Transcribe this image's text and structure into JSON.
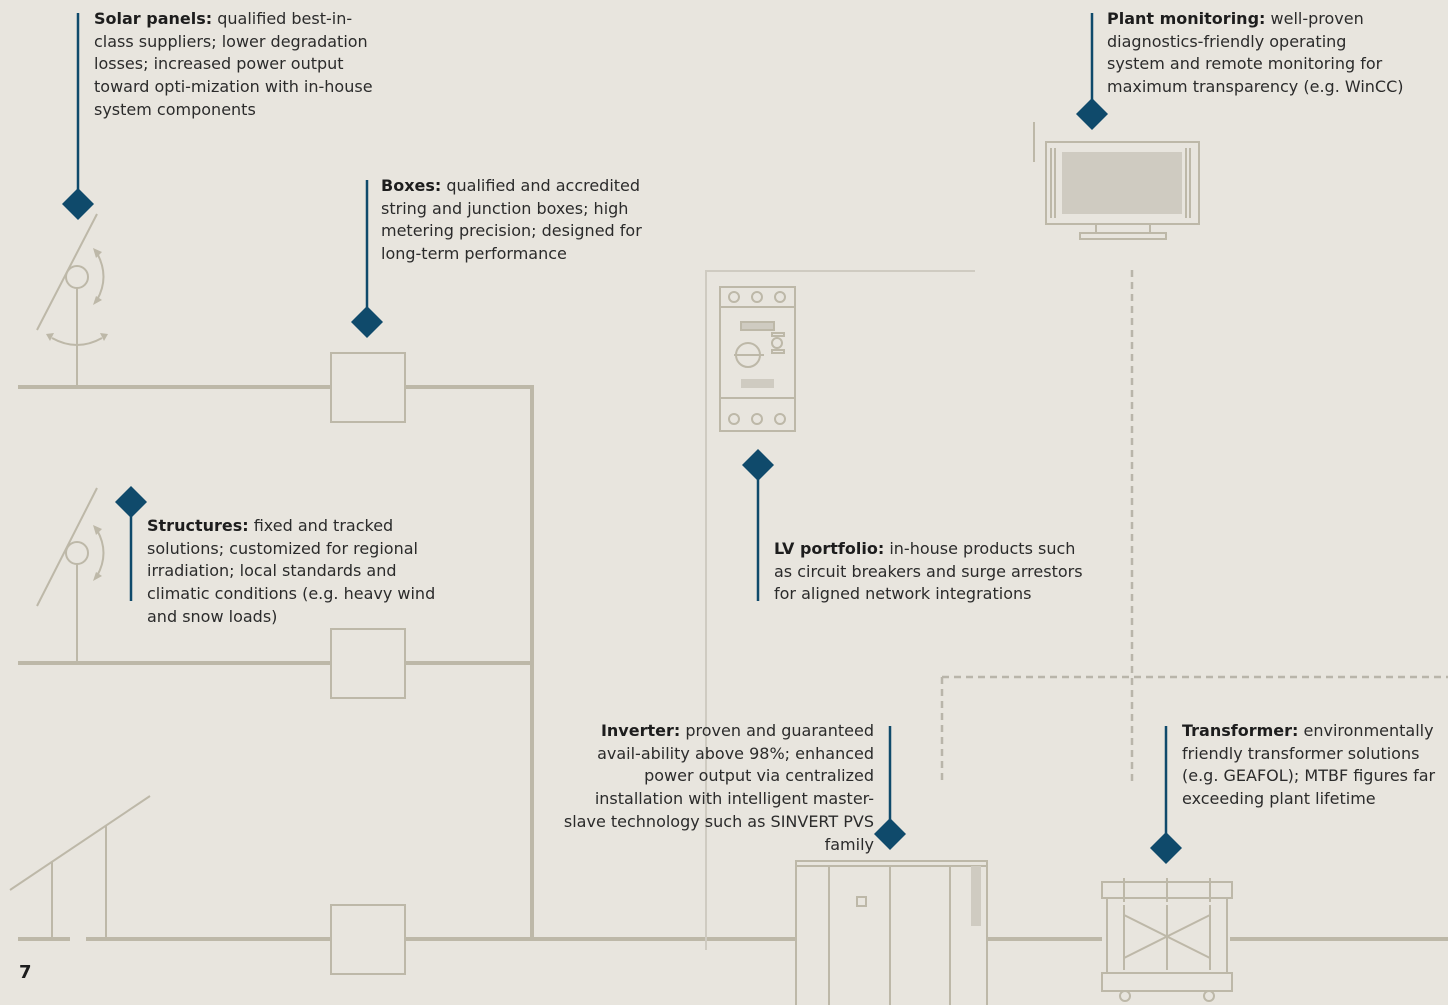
{
  "callouts": {
    "solar": {
      "title": "Solar panels:",
      "body": " qualified best-in-class suppliers; lower degradation losses; increased power output toward opti-mization with in-house system components"
    },
    "boxes": {
      "title": "Boxes:",
      "body": " qualified and accredited string and junction boxes; high metering precision; designed for long-term performance"
    },
    "monitoring": {
      "title": "Plant monitoring:",
      "body": " well-proven diagnostics-friendly operating system and remote monitoring for maximum transparency (e.g. WinCC)"
    },
    "structures": {
      "title": "Structures:",
      "body": " fixed and tracked solutions; customized for regional irradiation; local standards and climatic conditions (e.g. heavy wind and snow loads)"
    },
    "lv": {
      "title": "LV portfolio:",
      "body": " in-house products such as circuit breakers and surge arrestors for aligned network integrations"
    },
    "inverter": {
      "title": "Inverter:",
      "body": " proven and guaranteed avail-ability above 98%; enhanced power output via centralized installation with intelligent master-slave technology such as SINVERT PVS family"
    },
    "transformer": {
      "title": "Transformer:",
      "body": " environmentally friendly transformer solutions (e.g. GEAFOL); MTBF figures far exceeding plant lifetime"
    }
  },
  "page_number": "7",
  "colors": {
    "background": "#e8e5de",
    "line": "#bdb8a8",
    "marker": "#0f4a6b",
    "dash": "#b9b5aa"
  }
}
